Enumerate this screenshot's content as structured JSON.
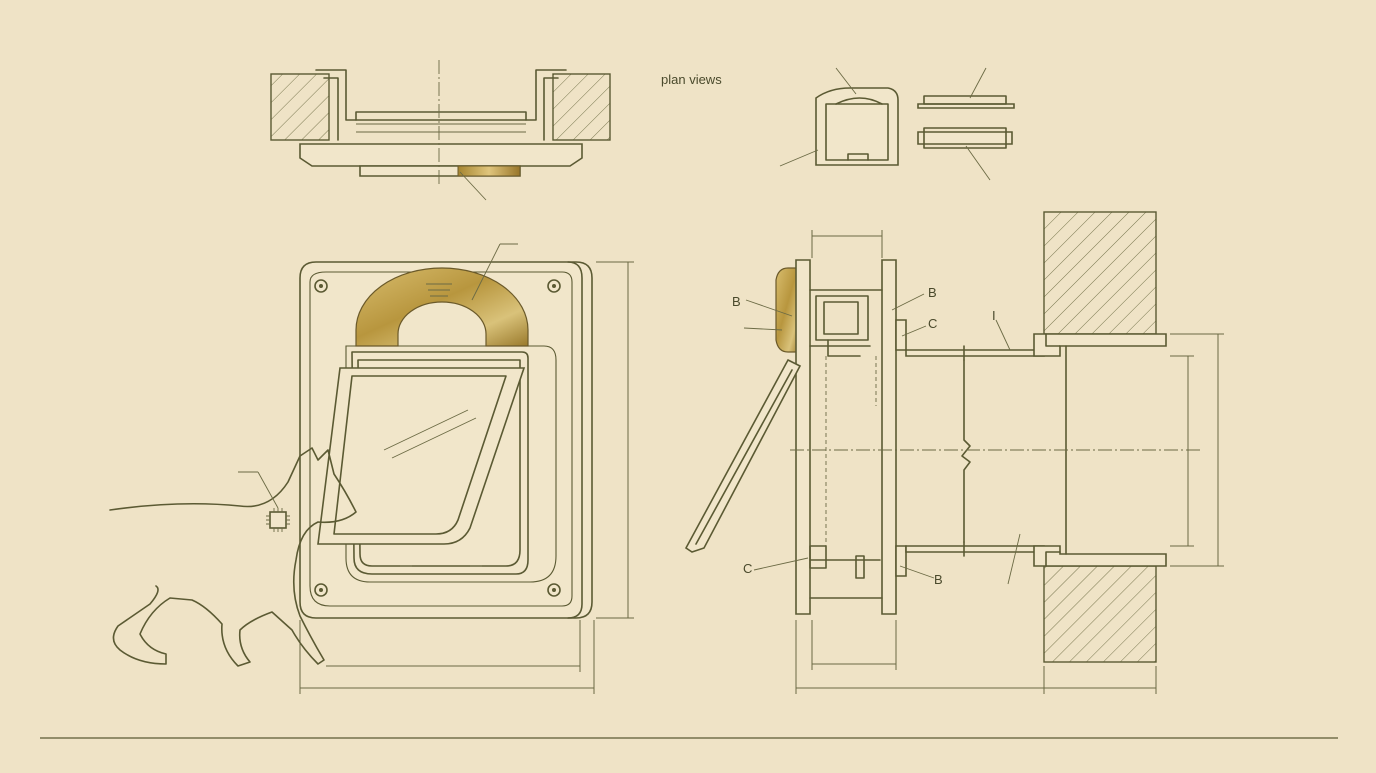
{
  "labels": {
    "plan_views": "plan views",
    "b_top": "B",
    "b_right": "B",
    "c_right": "C",
    "i_mark": "I",
    "c_bottom": "C",
    "b_bottom": "B"
  },
  "colors": {
    "paper": "#efe3c6",
    "ink": "#5b5a33",
    "brass": "#b8963e"
  },
  "icons": [
    "cat-silhouette-icon",
    "microchip-icon"
  ]
}
